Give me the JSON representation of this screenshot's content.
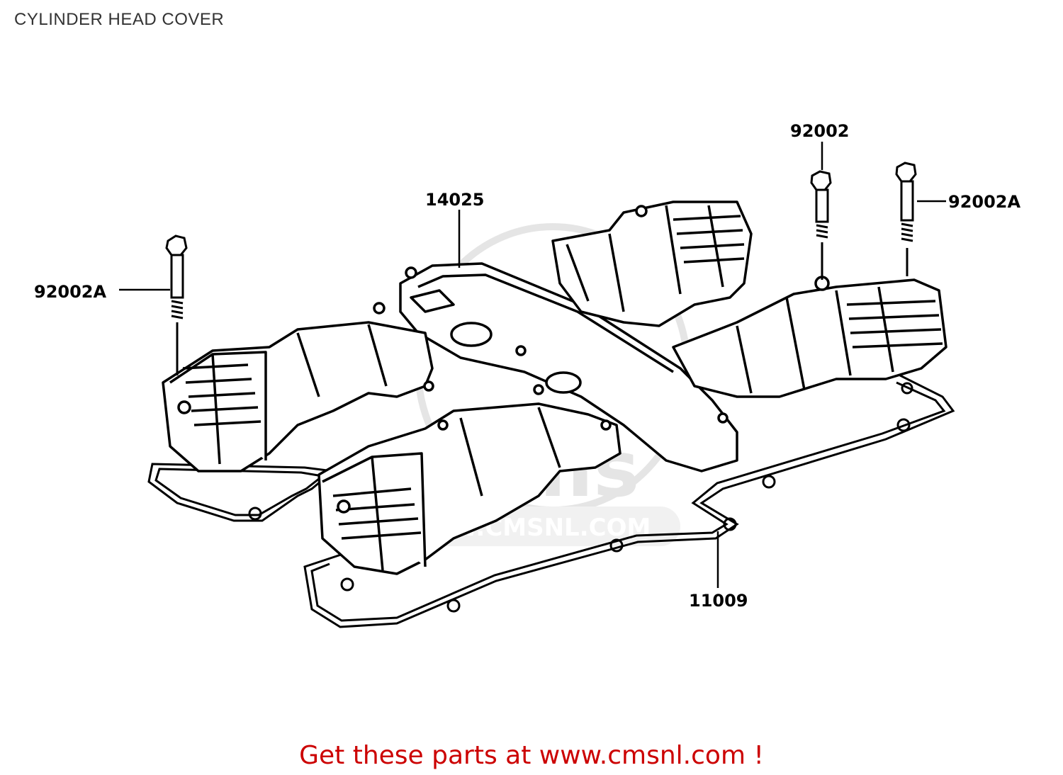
{
  "page": {
    "title": "CYLINDER HEAD COVER"
  },
  "diagram": {
    "callouts": [
      {
        "id": "bolt-left",
        "label": "92002A"
      },
      {
        "id": "cover",
        "label": "14025"
      },
      {
        "id": "bolt-top",
        "label": "92002"
      },
      {
        "id": "bolt-right",
        "label": "92002A"
      },
      {
        "id": "gasket",
        "label": "11009"
      }
    ],
    "watermark": {
      "brand": "cms",
      "url": "WWW.CMSNL.COM"
    },
    "colors": {
      "line": "#000000",
      "watermark": "#d0d0d0"
    }
  },
  "footer": {
    "link_text": "Get these parts at www.cmsnl.com !",
    "color": "#cc0000"
  }
}
